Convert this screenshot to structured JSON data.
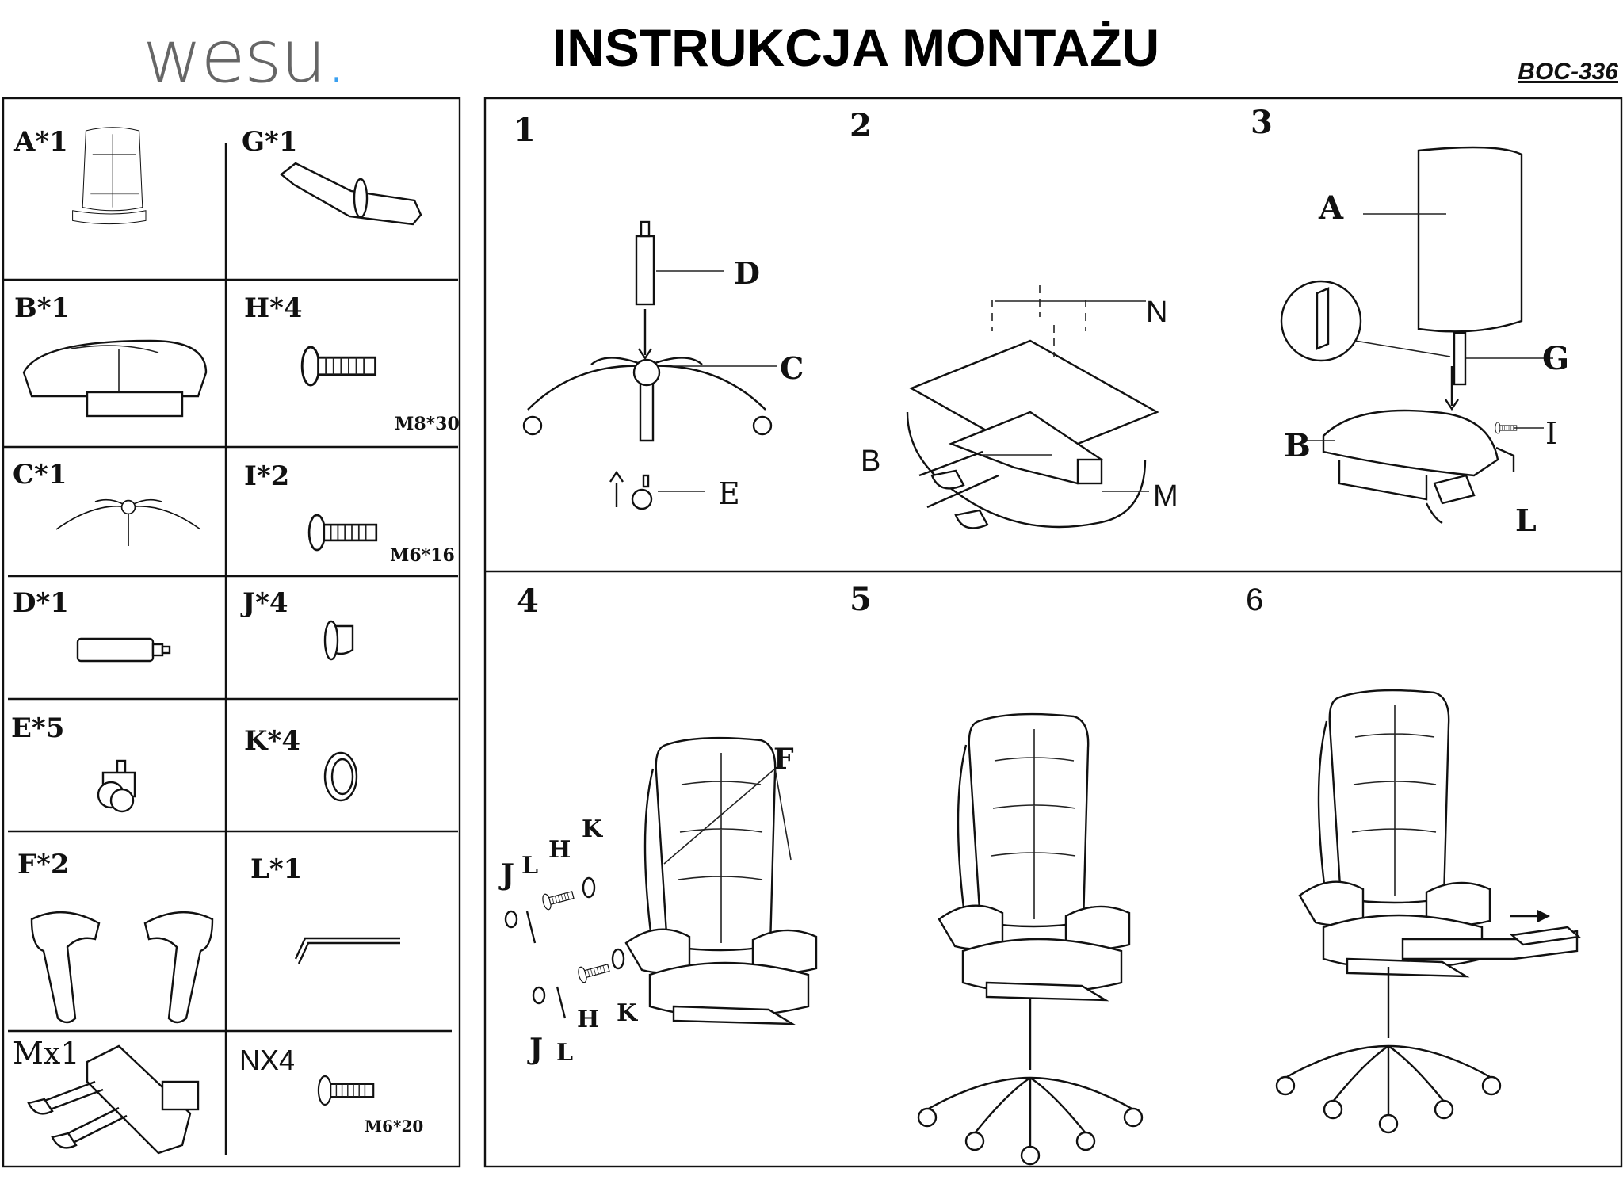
{
  "header": {
    "logo_text": "wesu",
    "logo_dot": ".",
    "title": "INSTRUKCJA MONTAŻU",
    "model": "BOC-336"
  },
  "parts": [
    {
      "label": "A*1"
    },
    {
      "label": "G*1"
    },
    {
      "label": "B*1"
    },
    {
      "label": "H*4",
      "spec": "M8*30"
    },
    {
      "label": "C*1"
    },
    {
      "label": "I*2",
      "spec": "M6*16"
    },
    {
      "label": "D*1"
    },
    {
      "label": "J*4"
    },
    {
      "label": "E*5"
    },
    {
      "label": "K*4"
    },
    {
      "label": "F*2"
    },
    {
      "label": "L*1"
    },
    {
      "label": "Mx1"
    },
    {
      "label": "NX4",
      "spec": "M6*20"
    }
  ],
  "steps": [
    {
      "number": "1",
      "callouts": [
        "D",
        "C",
        "E"
      ]
    },
    {
      "number": "2",
      "callouts": [
        "N",
        "B",
        "M"
      ]
    },
    {
      "number": "3",
      "callouts": [
        "A",
        "G",
        "I",
        "B",
        "L"
      ]
    },
    {
      "number": "4",
      "callouts": [
        "F",
        "K",
        "H",
        "L",
        "J",
        "H",
        "K",
        "J",
        "L"
      ]
    },
    {
      "number": "5",
      "callouts": []
    },
    {
      "number": "6",
      "callouts": []
    }
  ]
}
